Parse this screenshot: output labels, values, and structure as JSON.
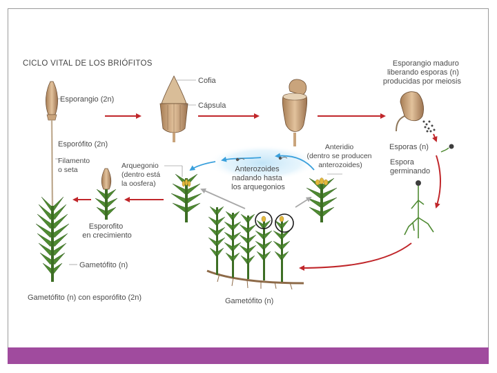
{
  "title": "CICLO VITAL DE LOS BRIÓFITOS",
  "labels": {
    "esporangio": "Esporangio (2n)",
    "cofia": "Cofia",
    "capsula": "Cápsula",
    "esporangio_maduro": [
      "Esporangio maduro",
      "liberando esporas (n)",
      "producidas por meiosis"
    ],
    "esporofito": "Esporófito (2n)",
    "filamento": [
      "Filamento",
      "o seta"
    ],
    "arquegonio": [
      "Arquegonio",
      "(dentro está",
      "la oosfera)"
    ],
    "anterozoides": [
      "Anterozoides",
      "nadando hasta",
      "los arquegonios"
    ],
    "anteridio": [
      "Anteridio",
      "(dentro se producen",
      "anterozoides)"
    ],
    "esporas": "Esporas (n)",
    "espora_germinando": [
      "Espora",
      "germinando"
    ],
    "esporofito_crecimiento": [
      "Esporofito",
      "en crecimiento"
    ],
    "gametofito": "Gametófito (n)",
    "gametofito_con_esporofito": "Gametófito (n) con esporófito (2n)",
    "gametofito_colonia": "Gametófito (n)"
  },
  "colors": {
    "arrow_red": "#c0262a",
    "arrow_blue": "#3aa0dc",
    "arrow_gray": "#a8a8a8",
    "moss_green": "#3f7a2a",
    "capsule_tan": "#c9a47c",
    "accent_bar": "#a04b9e"
  }
}
